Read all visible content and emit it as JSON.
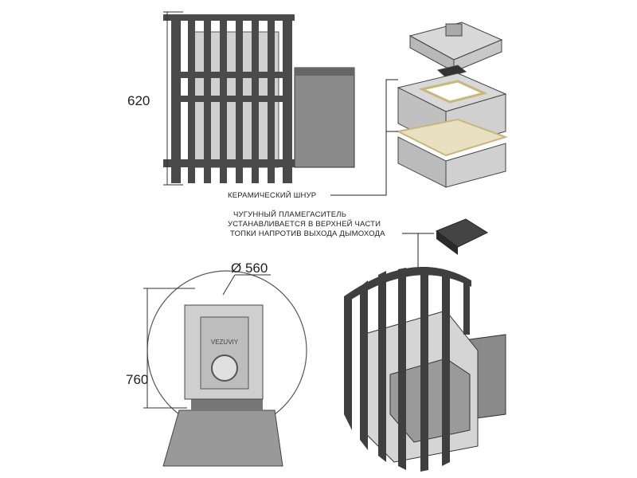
{
  "dimensions": {
    "height_top": "620",
    "diameter": "Ø 560",
    "height_bottom": "760"
  },
  "annotations": {
    "ceramic_cord": "КЕРАМИЧЕСКИЙ ШНУР",
    "damper_line1": "ЧУГУННЫЙ ПЛАМЕГАСИТЕЛЬ",
    "damper_line2": "УСТАНАВЛИВАЕТСЯ В ВЕРХНЕЙ ЧАСТИ",
    "damper_line3": "ТОПКИ НАПРОТИВ ВЫХОДА ДЫМОХОДА"
  },
  "door_logo": "VEZUVIY",
  "colors": {
    "metal_dark": "#4a4a4a",
    "metal_light": "#c8c8c8",
    "cord": "#d8c890"
  }
}
